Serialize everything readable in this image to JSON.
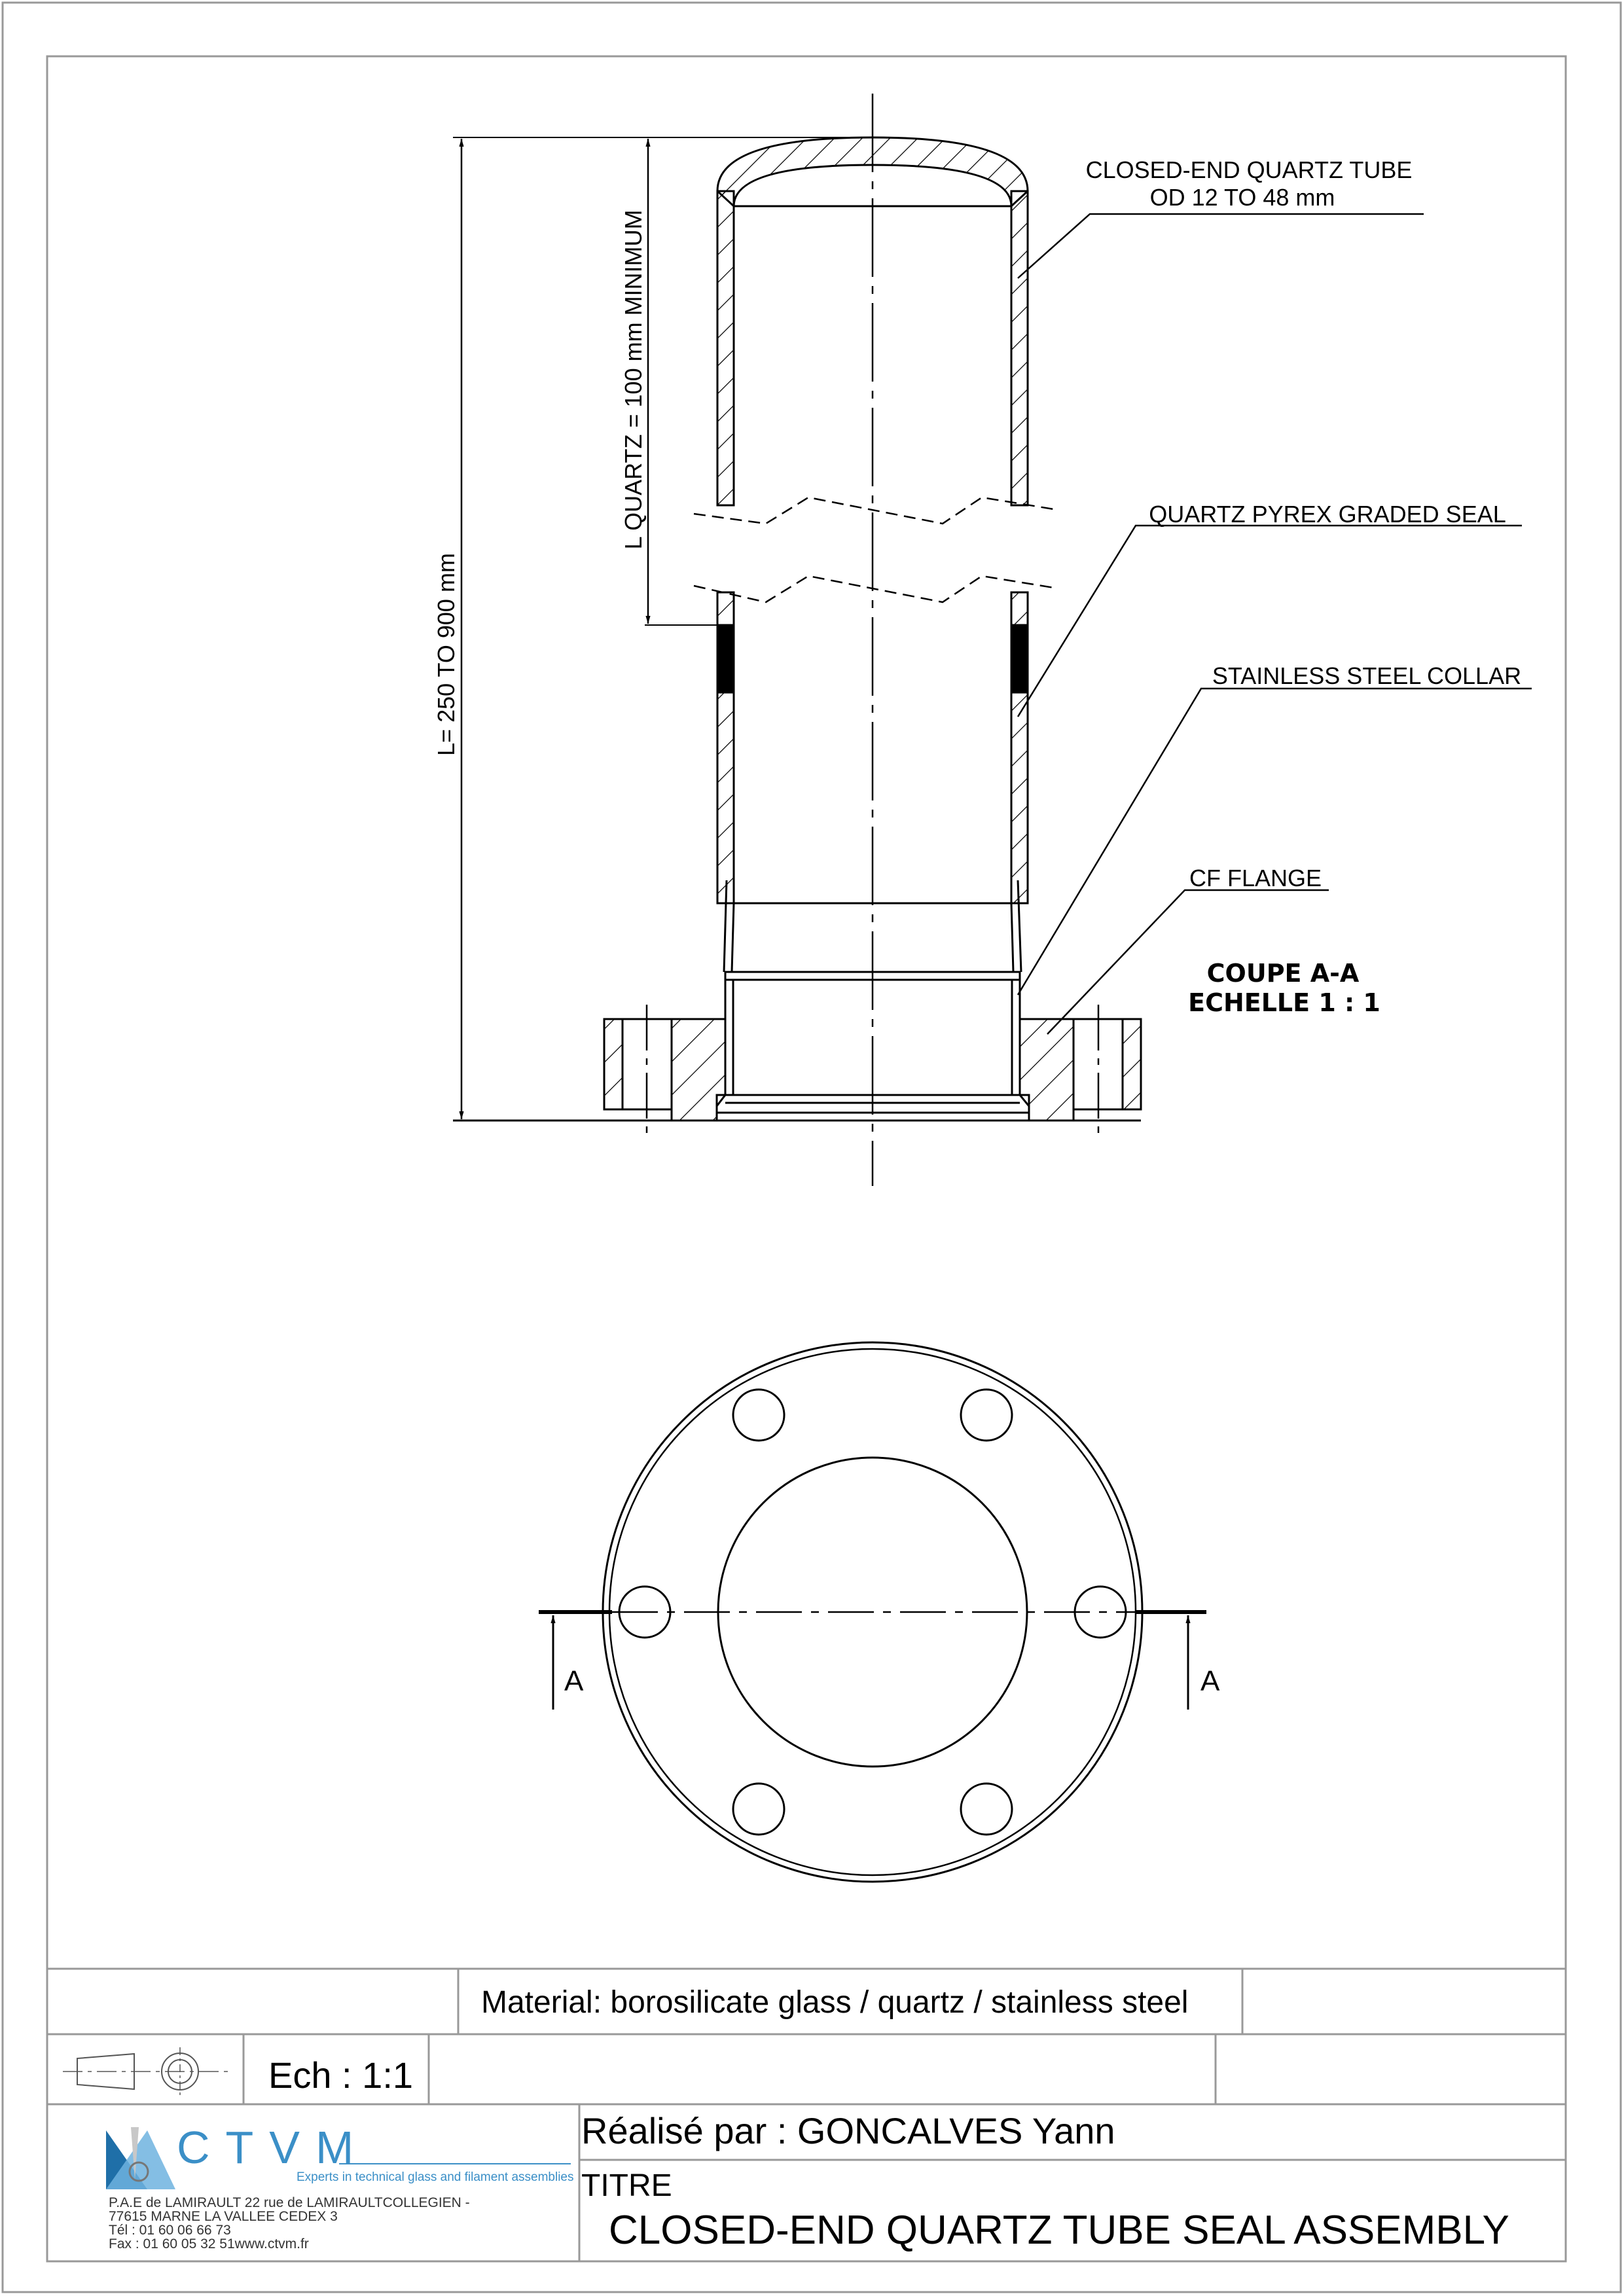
{
  "labels": {
    "tube_line1": "CLOSED-END QUARTZ TUBE",
    "tube_line2": "OD 12 TO 48 mm",
    "graded_seal": "QUARTZ PYREX GRADED SEAL",
    "collar": "STAINLESS STEEL COLLAR",
    "flange": "CF FLANGE",
    "section_name": "COUPE A-A",
    "section_scale": "ECHELLE 1 : 1",
    "section_marker": "A"
  },
  "dimensions": {
    "total_length": "L= 250 TO 900 mm",
    "quartz_length": "L QUARTZ = 100 mm MINIMUM"
  },
  "title_block": {
    "material": "Material: borosilicate glass / quartz / stainless steel",
    "scale": "Ech : 1:1",
    "author": "Réalisé par : GONCALVES Yann",
    "title_label": "TITRE",
    "title": "CLOSED-END QUARTZ TUBE SEAL ASSEMBLY"
  },
  "company": {
    "name": "CTVM",
    "tagline": "Experts in technical glass and filament assemblies",
    "address_1": "P.A.E de LAMIRAULT  22 rue de LAMIRAULTCOLLEGIEN -",
    "address_2": "77615 MARNE LA VALLEE CEDEX 3",
    "phone": "Tél : 01 60 06 66 73",
    "fax": "Fax : 01 60 05 32 51www.ctvm.fr"
  },
  "colors": {
    "ink": "#000000",
    "brand_blue": "#3b8fc7",
    "frame": "#999999"
  },
  "icons": {
    "projection_symbol": "first-angle-projection-icon",
    "logo": "ctvm-triangle-logo-icon"
  }
}
